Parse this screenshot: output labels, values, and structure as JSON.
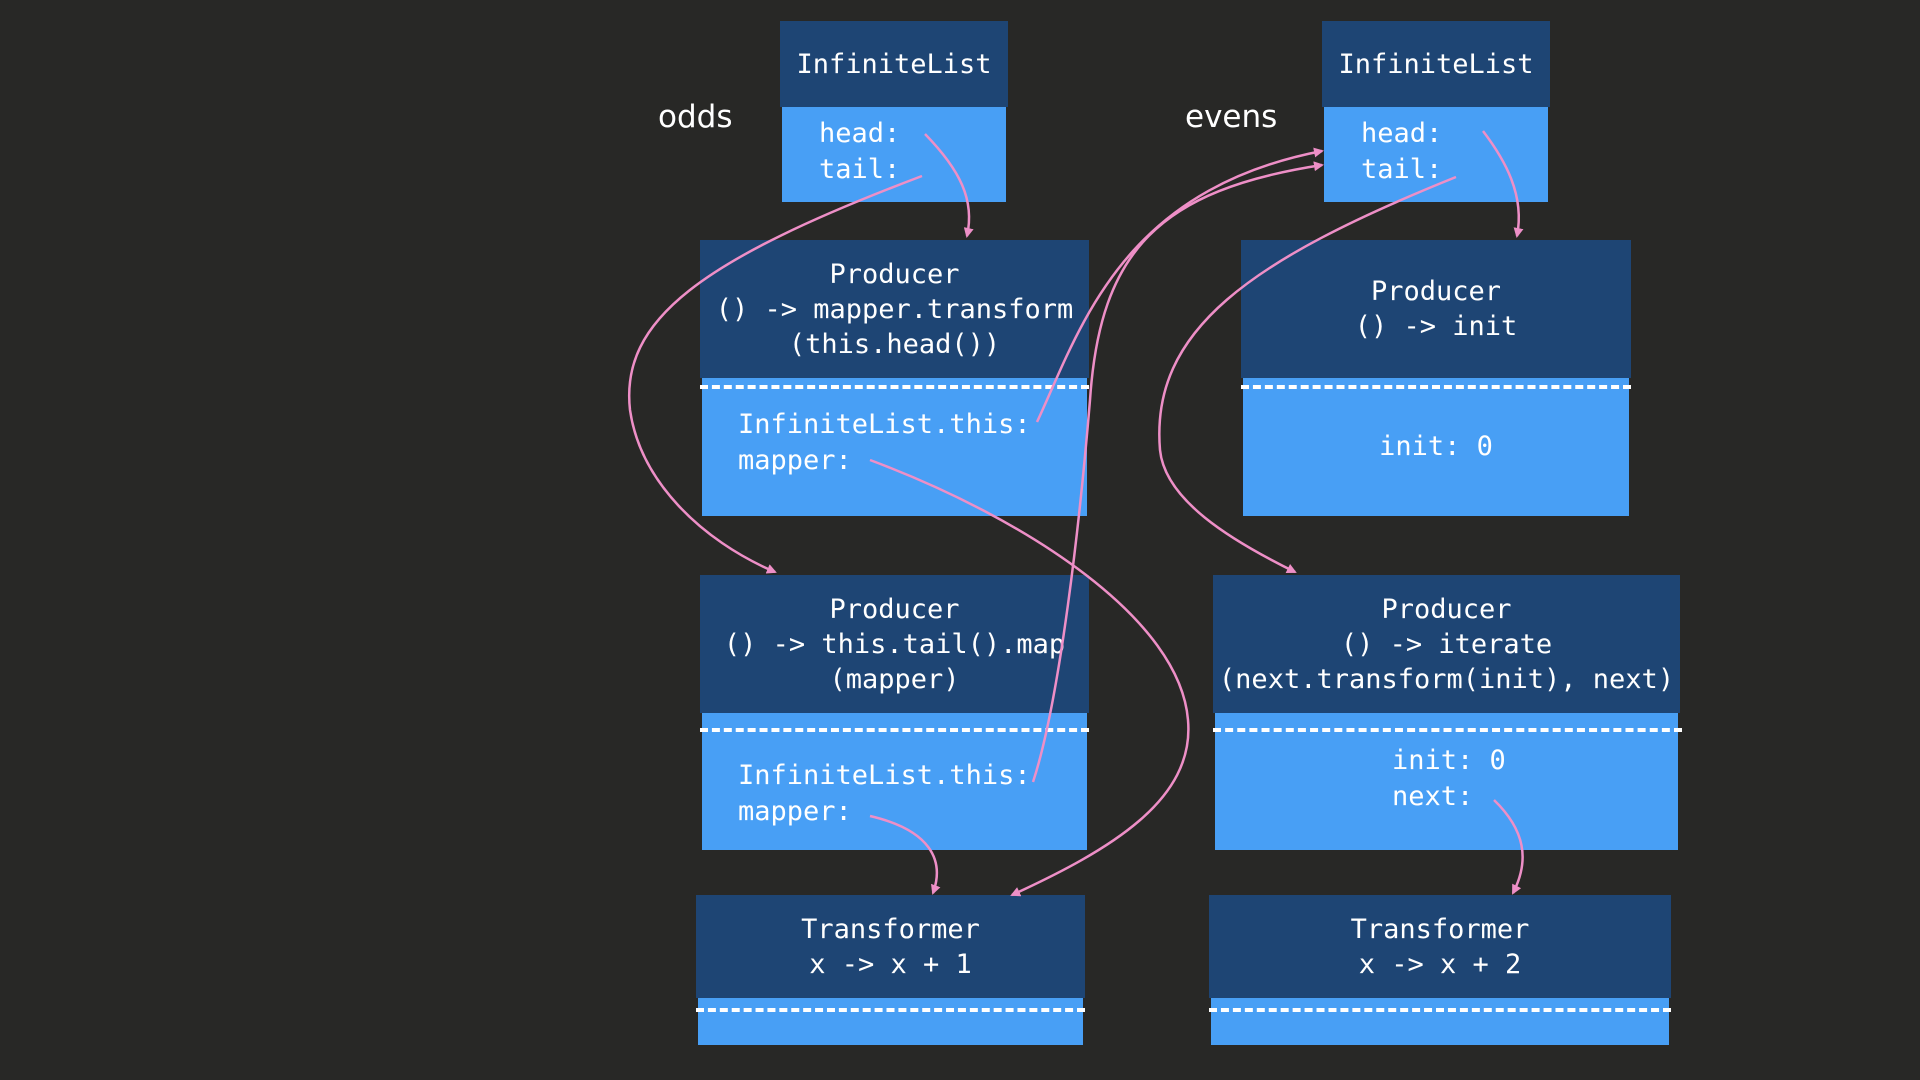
{
  "labels": {
    "odds": "odds",
    "evens": "evens"
  },
  "odds": {
    "list": {
      "title": "InfiniteList",
      "head": "head:",
      "tail": "tail:"
    },
    "head_producer": {
      "title": "Producer",
      "line1": "() -> mapper.transform",
      "line2": "(this.head())",
      "field1": "InfiniteList.this:",
      "field2": "mapper:"
    },
    "tail_producer": {
      "title": "Producer",
      "line1": "() -> this.tail().map",
      "line2": "(mapper)",
      "field1": "InfiniteList.this:",
      "field2": "mapper:"
    },
    "transformer": {
      "title": "Transformer",
      "line1": "x -> x + 1"
    }
  },
  "evens": {
    "list": {
      "title": "InfiniteList",
      "head": "head:",
      "tail": "tail:"
    },
    "head_producer": {
      "title": "Producer",
      "line1": "() -> init",
      "field1": "init: 0"
    },
    "tail_producer": {
      "title": "Producer",
      "line1": "() -> iterate",
      "line2": "(next.transform(init), next)",
      "field1": "init: 0",
      "field2": "next:"
    },
    "transformer": {
      "title": "Transformer",
      "line1": "x -> x + 2"
    }
  },
  "colors": {
    "background": "#282826",
    "header": "#1e4574",
    "body": "#489ff5",
    "arrow": "#ee8fc7"
  }
}
